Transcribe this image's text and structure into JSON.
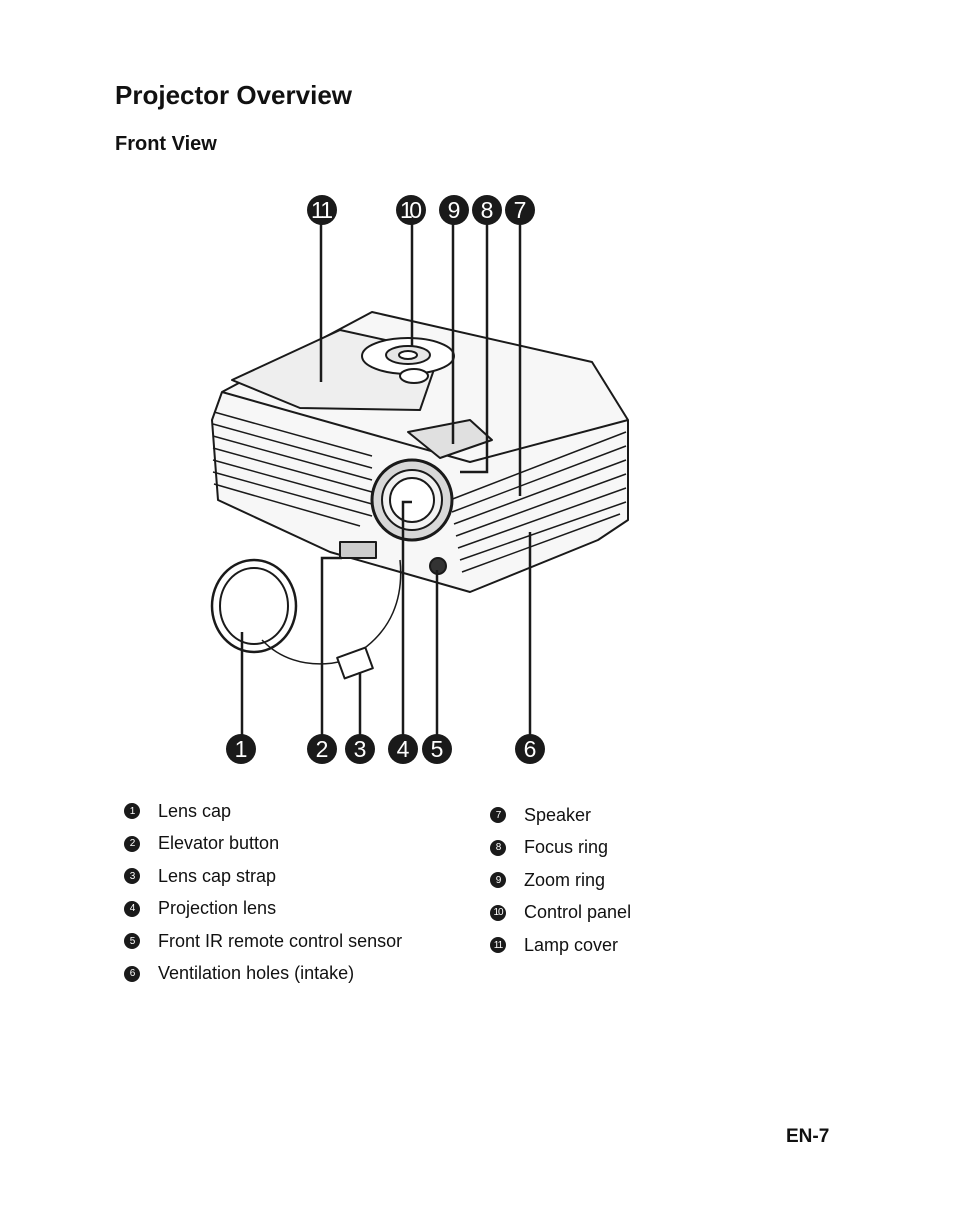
{
  "page": {
    "title": "Projector Overview",
    "subtitle": "Front View",
    "page_number": "EN-7"
  },
  "callouts": [
    "1",
    "2",
    "3",
    "4",
    "5",
    "6",
    "7",
    "8",
    "9",
    "10",
    "11"
  ],
  "legend_left": [
    {
      "num": "1",
      "label": "Lens cap"
    },
    {
      "num": "2",
      "label": "Elevator button"
    },
    {
      "num": "3",
      "label": "Lens cap strap"
    },
    {
      "num": "4",
      "label": "Projection lens"
    },
    {
      "num": "5",
      "label": "Front IR remote control sensor"
    },
    {
      "num": "6",
      "label": "Ventilation holes (intake)"
    }
  ],
  "legend_right": [
    {
      "num": "7",
      "label": "Speaker"
    },
    {
      "num": "8",
      "label": "Focus ring"
    },
    {
      "num": "9",
      "label": "Zoom ring"
    },
    {
      "num": "10",
      "label": "Control panel"
    },
    {
      "num": "11",
      "label": "Lamp cover"
    }
  ],
  "colors": {
    "ink": "#1a1a1a",
    "background": "#ffffff"
  }
}
